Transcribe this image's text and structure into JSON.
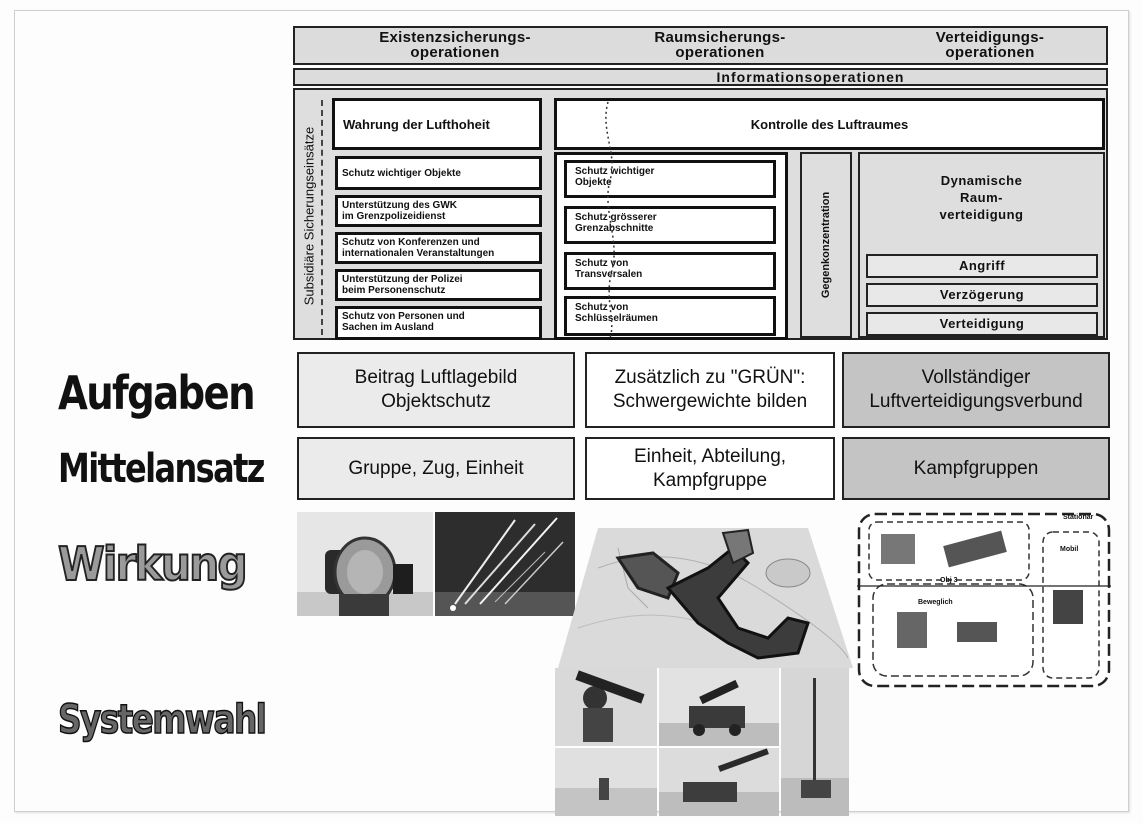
{
  "header": {
    "col1": "Existenzsicherungs-\noperationen",
    "col2": "Raumsicherungs-\noperationen",
    "col3": "Verteidigungs-\noperationen",
    "info": "Informationsoperationen"
  },
  "structure": {
    "vertical_label": "Subsidiäre Sicherungseinsätze",
    "wahrung": "Wahrung der Lufthoheit",
    "kontrolle": "Kontrolle des Luftraumes",
    "left_tasks": [
      "Schutz wichtiger  Objekte",
      "Unterstützung des GWK\nim Grenzpolizeidienst",
      "Schutz von Konferenzen  und\ninternationalen Veranstaltungen",
      "Unterstützung der Polizei\nbeim Personenschutz",
      "Schutz von Personen und\nSachen im Ausland"
    ],
    "mid_tasks": [
      "Schutz wichtiger\nObjekte",
      "Schutz grösserer\nGrenzabschnitte",
      "Schutz von\nTransversalen",
      "Schutz von\nSchlüsselräumen"
    ],
    "gegen": "Gegenkonzentration",
    "dynamic_title": "Dynamische\nRaum-\nverteidigung",
    "dynamic_items": [
      "Angriff",
      "Verzögerung",
      "Verteidigung"
    ]
  },
  "rows": {
    "aufgaben": "Aufgaben",
    "mittelansatz": "Mittelansatz",
    "wirkung": "Wirkung",
    "systemwahl": "Systemwahl"
  },
  "aufgaben_boxes": [
    "Beitrag Luftlagebild\nObjektschutz",
    "Zusätzlich zu \"GRÜN\":\nSchwergewichte bilden",
    "Vollständiger\nLuftverteidigungsverbund"
  ],
  "mittel_boxes": [
    "Gruppe, Zug, Einheit",
    "Einheit, Abteilung,\nKampfgruppe",
    "Kampfgruppen"
  ],
  "sketch": {
    "top_label": "Stationär",
    "obj_label": "Obj 3",
    "mobile_label": "Mobil",
    "moveable_label": "Beweglich"
  },
  "colors": {
    "box_light": "#ebebeb",
    "box_grey": "#c4c4c4",
    "structure_bg": "#dedede"
  }
}
